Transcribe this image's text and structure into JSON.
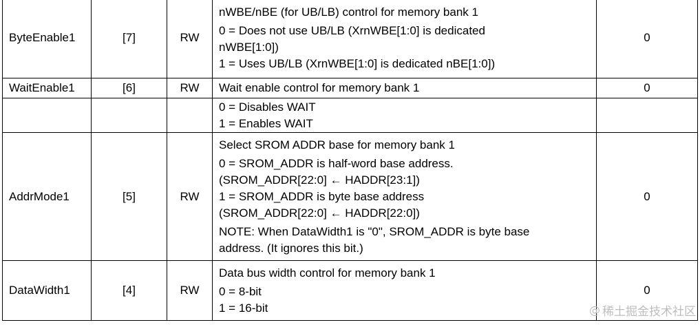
{
  "table": {
    "rows": [
      {
        "name": "ByteEnable1",
        "bit": "[7]",
        "type": "RW",
        "reset": "0",
        "desc": [
          "nWBE/nBE (for UB/LB) control for memory bank 1",
          "0 = Does not use UB/LB (XrnWBE[1:0] is dedicated",
          "nWBE[1:0])",
          "1 = Uses UB/LB (XrnWBE[1:0] is dedicated nBE[1:0])"
        ]
      },
      {
        "name": "WaitEnable1",
        "bit": "[6]",
        "type": "RW",
        "reset": "0",
        "desc": [
          "Wait enable control for memory bank 1"
        ]
      },
      {
        "name": "",
        "bit": "",
        "type": "",
        "reset": "",
        "desc": [
          "0 = Disables WAIT",
          "1 = Enables WAIT"
        ]
      },
      {
        "name": "AddrMode1",
        "bit": "[5]",
        "type": "RW",
        "reset": "0",
        "desc": [
          "Select SROM ADDR base for memory bank 1",
          "0 = SROM_ADDR is half-word base address.",
          "(SROM_ADDR[22:0] ← HADDR[23:1])",
          "1 = SROM_ADDR is byte base address",
          "(SROM_ADDR[22:0] ← HADDR[22:0])",
          "NOTE: When DataWidth1 is \"0\", SROM_ADDR is byte base",
          "address. (It ignores this bit.)"
        ]
      },
      {
        "name": "DataWidth1",
        "bit": "[4]",
        "type": "RW",
        "reset": "0",
        "desc": [
          "Data bus width control for memory bank 1",
          "0 = 8-bit",
          "1 = 16-bit"
        ]
      }
    ]
  },
  "watermark": {
    "at": "@",
    "text": "稀土掘金技术社区"
  }
}
